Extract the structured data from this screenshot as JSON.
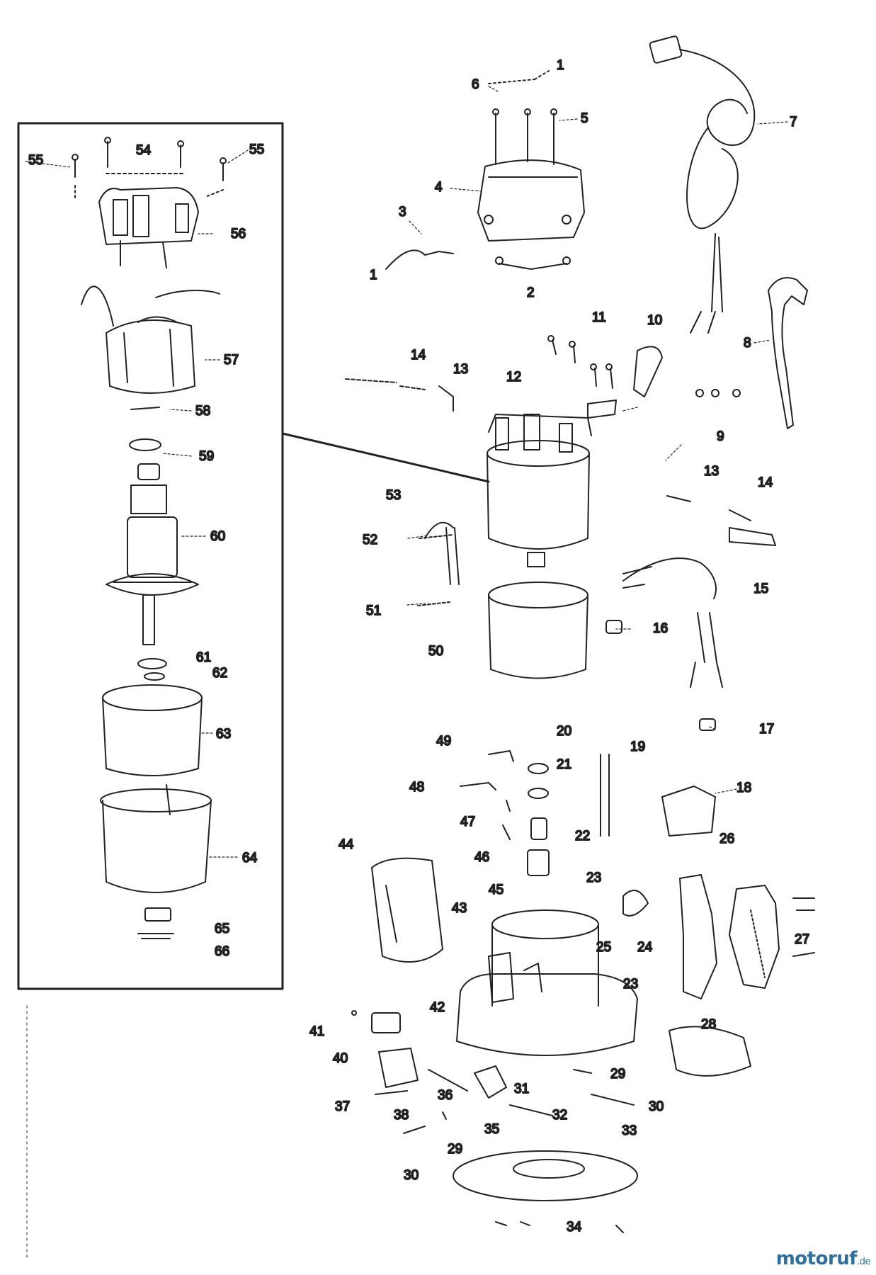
{
  "diagram": {
    "labels": [
      {
        "id": "p1a",
        "text": "1"
      },
      {
        "id": "p6",
        "text": "6"
      },
      {
        "id": "p5",
        "text": "5"
      },
      {
        "id": "p4",
        "text": "4"
      },
      {
        "id": "p3",
        "text": "3"
      },
      {
        "id": "p1b",
        "text": "1"
      },
      {
        "id": "p2",
        "text": "2"
      },
      {
        "id": "p7",
        "text": "7"
      },
      {
        "id": "p8",
        "text": "8"
      },
      {
        "id": "p11",
        "text": "11"
      },
      {
        "id": "p10",
        "text": "10"
      },
      {
        "id": "p14a",
        "text": "14"
      },
      {
        "id": "p13a",
        "text": "13"
      },
      {
        "id": "p12",
        "text": "12"
      },
      {
        "id": "p9",
        "text": "9"
      },
      {
        "id": "p13b",
        "text": "13"
      },
      {
        "id": "p14b",
        "text": "14"
      },
      {
        "id": "p53",
        "text": "53"
      },
      {
        "id": "p52",
        "text": "52"
      },
      {
        "id": "p15",
        "text": "15"
      },
      {
        "id": "p51",
        "text": "51"
      },
      {
        "id": "p16",
        "text": "16"
      },
      {
        "id": "p50",
        "text": "50"
      },
      {
        "id": "p17",
        "text": "17"
      },
      {
        "id": "p20",
        "text": "20"
      },
      {
        "id": "p49",
        "text": "49"
      },
      {
        "id": "p19",
        "text": "19"
      },
      {
        "id": "p21",
        "text": "21"
      },
      {
        "id": "p48",
        "text": "48"
      },
      {
        "id": "p18",
        "text": "18"
      },
      {
        "id": "p47",
        "text": "47"
      },
      {
        "id": "p26",
        "text": "26"
      },
      {
        "id": "p22",
        "text": "22"
      },
      {
        "id": "p46",
        "text": "46"
      },
      {
        "id": "p44",
        "text": "44"
      },
      {
        "id": "p45",
        "text": "45"
      },
      {
        "id": "p23a",
        "text": "23"
      },
      {
        "id": "p43",
        "text": "43"
      },
      {
        "id": "p27",
        "text": "27"
      },
      {
        "id": "p25",
        "text": "25"
      },
      {
        "id": "p24",
        "text": "24"
      },
      {
        "id": "p23b",
        "text": "23"
      },
      {
        "id": "p42",
        "text": "42"
      },
      {
        "id": "p28",
        "text": "28"
      },
      {
        "id": "p41",
        "text": "41"
      },
      {
        "id": "p40",
        "text": "40"
      },
      {
        "id": "p29a",
        "text": "29"
      },
      {
        "id": "p31",
        "text": "31"
      },
      {
        "id": "p37",
        "text": "37"
      },
      {
        "id": "p36",
        "text": "36"
      },
      {
        "id": "p30a",
        "text": "30"
      },
      {
        "id": "p38",
        "text": "38"
      },
      {
        "id": "p32",
        "text": "32"
      },
      {
        "id": "p35",
        "text": "35"
      },
      {
        "id": "p33",
        "text": "33"
      },
      {
        "id": "p29b",
        "text": "29"
      },
      {
        "id": "p30b",
        "text": "30"
      },
      {
        "id": "p34",
        "text": "34"
      },
      {
        "id": "p55a",
        "text": "55"
      },
      {
        "id": "p54",
        "text": "54"
      },
      {
        "id": "p55b",
        "text": "55"
      },
      {
        "id": "p56",
        "text": "56"
      },
      {
        "id": "p57",
        "text": "57"
      },
      {
        "id": "p58",
        "text": "58"
      },
      {
        "id": "p59",
        "text": "59"
      },
      {
        "id": "p60",
        "text": "60"
      },
      {
        "id": "p61",
        "text": "61"
      },
      {
        "id": "p62",
        "text": "62"
      },
      {
        "id": "p63",
        "text": "63"
      },
      {
        "id": "p64",
        "text": "64"
      },
      {
        "id": "p65",
        "text": "65"
      },
      {
        "id": "p66",
        "text": "66"
      }
    ]
  },
  "watermark": {
    "main": "motoruf",
    "tld": ".de",
    "color": "#2f6f9e"
  }
}
